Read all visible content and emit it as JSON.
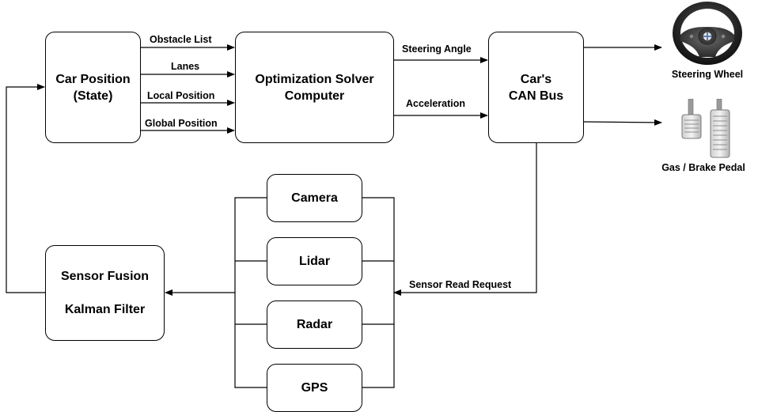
{
  "nodes": {
    "car_position": {
      "line1": "Car Position",
      "line2": "(State)"
    },
    "optimization": {
      "line1": "Optimization Solver",
      "line2": "Computer"
    },
    "can_bus": {
      "line1": "Car's",
      "line2": "CAN Bus"
    },
    "sensor_fusion": {
      "line1": "Sensor Fusion",
      "line2": "Kalman Filter"
    },
    "camera": "Camera",
    "lidar": "Lidar",
    "radar": "Radar",
    "gps": "GPS"
  },
  "edges": {
    "obstacle_list": "Obstacle List",
    "lanes": "Lanes",
    "local_position": "Local Position",
    "global_position": "Global Position",
    "steering_angle": "Steering Angle",
    "acceleration": "Acceleration",
    "sensor_read_request": "Sensor Read Request"
  },
  "outputs": {
    "steering_wheel": {
      "label": "Steering Wheel",
      "icon": "steering-wheel-icon"
    },
    "pedals": {
      "label": "Gas / Brake Pedal",
      "icon": "pedals-icon"
    }
  }
}
